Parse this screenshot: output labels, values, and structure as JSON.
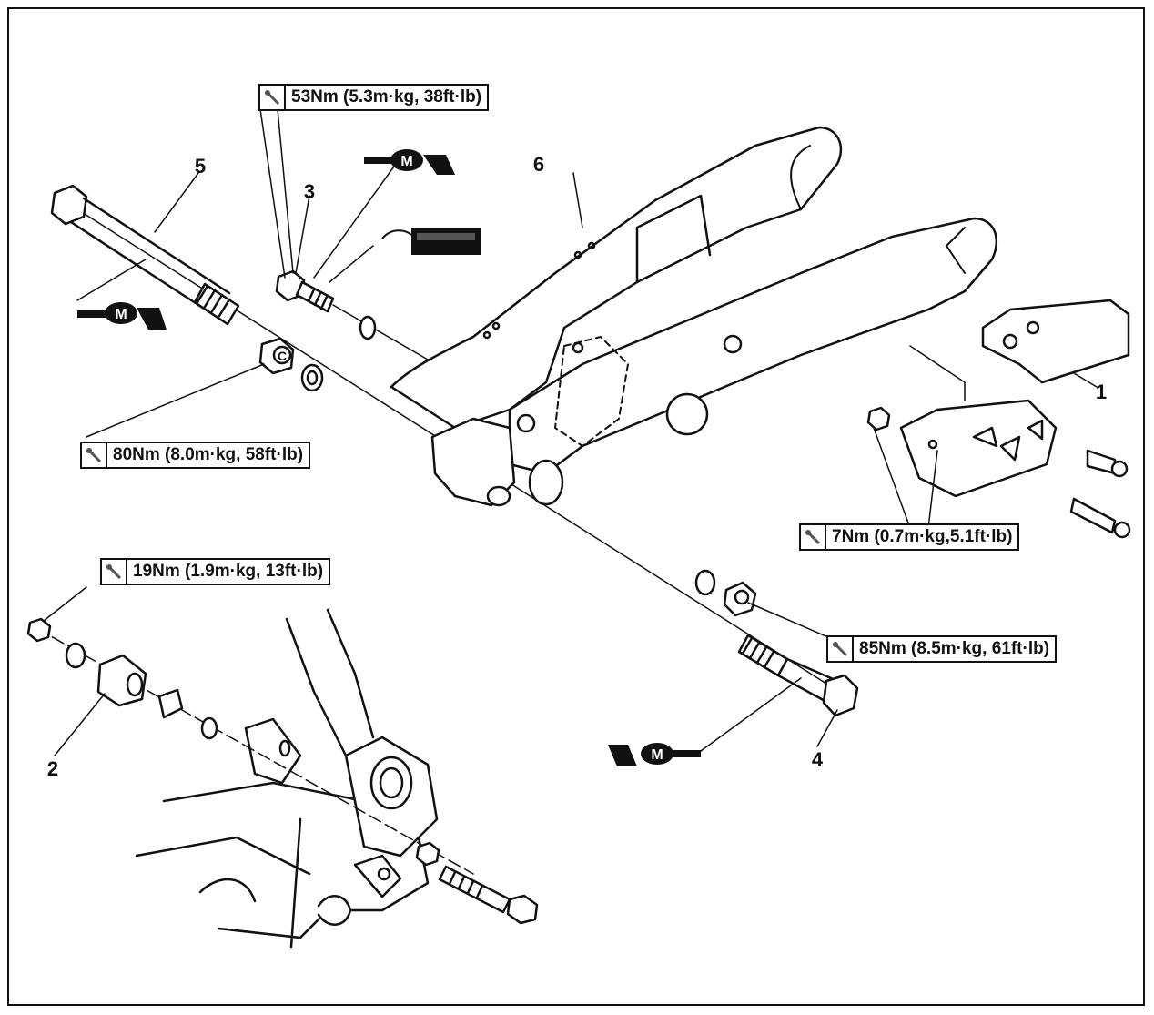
{
  "torque_specs": [
    {
      "id": "t53",
      "text": "53Nm (5.3m·kg, 38ft·lb)"
    },
    {
      "id": "t80",
      "text": "80Nm (8.0m·kg, 58ft·lb)"
    },
    {
      "id": "t19",
      "text": "19Nm (1.9m·kg, 13ft·lb)"
    },
    {
      "id": "t7",
      "text": "7Nm (0.7m·kg,5.1ft·lb)"
    },
    {
      "id": "t85",
      "text": "85Nm (8.5m·kg, 61ft·lb)"
    }
  ],
  "part_numbers": [
    "1",
    "2",
    "3",
    "4",
    "5",
    "6"
  ],
  "symbols": {
    "grease": "M",
    "locknut": "C"
  },
  "icons": [
    "torque-wrench-icon",
    "molybdenum-grease-icon",
    "thread-locking-agent-icon",
    "self-locking-nut-icon"
  ]
}
